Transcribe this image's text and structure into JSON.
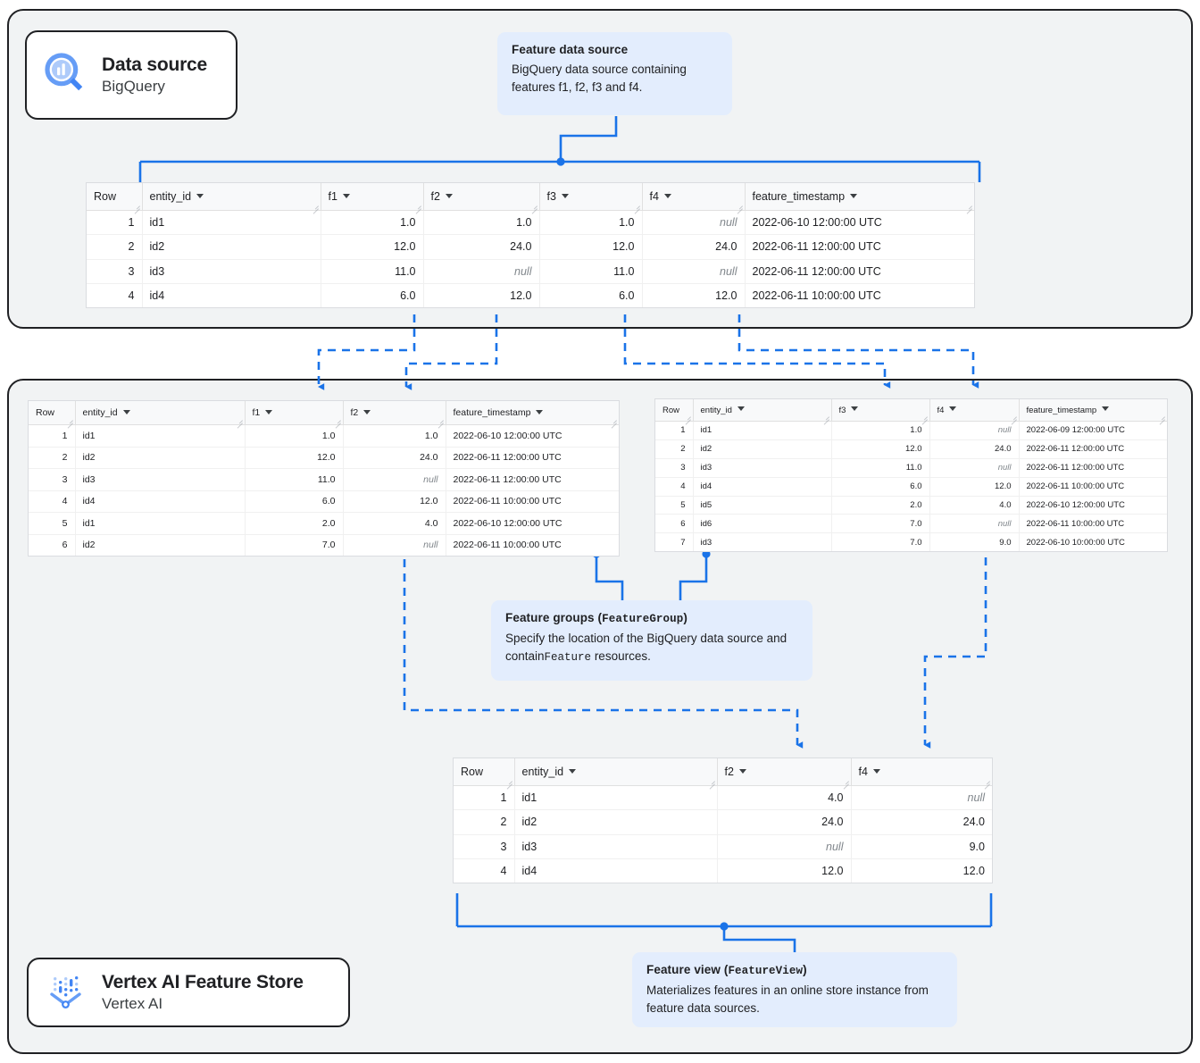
{
  "panels": {
    "data_source": {
      "name": "Data source panel"
    },
    "feature_store": {
      "name": "Vertex AI Feature Store panel"
    }
  },
  "cards": {
    "bigquery": {
      "title": "Data source",
      "subtitle": "BigQuery",
      "icon": "bigquery-icon"
    },
    "vertex": {
      "title": "Vertex AI Feature Store",
      "subtitle": "Vertex AI",
      "icon": "vertex-ai-feature-store-icon"
    }
  },
  "callouts": {
    "feature_data_source": {
      "title": "Feature data source",
      "body": "BigQuery data source containing features f1, f2, f3 and f4."
    },
    "feature_groups": {
      "title_plain": "Feature groups (",
      "title_code": "FeatureGroup",
      "title_close": ")",
      "body_a": "Specify the location of the BigQuery data source and contain",
      "body_code": "Feature",
      "body_b": " resources."
    },
    "feature_view": {
      "title_plain": "Feature view (",
      "title_code": "FeatureView",
      "title_close": ")",
      "body": "Materializes features in an online store instance from feature data sources."
    }
  },
  "colors": {
    "accent": "#1a73e8",
    "panel_bg": "#f1f3f4",
    "callout_bg": "#e3edfd",
    "border": "#202124",
    "null_text": "#80868b"
  },
  "tables": {
    "source": {
      "name": "feature-data-source-table",
      "columns": [
        "Row",
        "entity_id",
        "f1",
        "f2",
        "f3",
        "f4",
        "feature_timestamp"
      ],
      "rows": [
        [
          "1",
          "id1",
          "1.0",
          "1.0",
          "1.0",
          "null",
          "2022-06-10 12:00:00 UTC"
        ],
        [
          "2",
          "id2",
          "12.0",
          "24.0",
          "12.0",
          "24.0",
          "2022-06-11 12:00:00 UTC"
        ],
        [
          "3",
          "id3",
          "11.0",
          "null",
          "11.0",
          "null",
          "2022-06-11 12:00:00 UTC"
        ],
        [
          "4",
          "id4",
          "6.0",
          "12.0",
          "6.0",
          "12.0",
          "2022-06-11 10:00:00 UTC"
        ]
      ]
    },
    "feature_group_1": {
      "name": "feature-group-1-table",
      "columns": [
        "Row",
        "entity_id",
        "f1",
        "f2",
        "feature_timestamp"
      ],
      "rows": [
        [
          "1",
          "id1",
          "1.0",
          "1.0",
          "2022-06-10 12:00:00 UTC"
        ],
        [
          "2",
          "id2",
          "12.0",
          "24.0",
          "2022-06-11 12:00:00 UTC"
        ],
        [
          "3",
          "id3",
          "11.0",
          "null",
          "2022-06-11 12:00:00 UTC"
        ],
        [
          "4",
          "id4",
          "6.0",
          "12.0",
          "2022-06-11 10:00:00 UTC"
        ],
        [
          "5",
          "id1",
          "2.0",
          "4.0",
          "2022-06-10 12:00:00 UTC"
        ],
        [
          "6",
          "id2",
          "7.0",
          "null",
          "2022-06-11 10:00:00 UTC"
        ]
      ]
    },
    "feature_group_2": {
      "name": "feature-group-2-table",
      "columns": [
        "Row",
        "entity_id",
        "f3",
        "f4",
        "feature_timestamp"
      ],
      "rows": [
        [
          "1",
          "id1",
          "1.0",
          "null",
          "2022-06-09 12:00:00 UTC"
        ],
        [
          "2",
          "id2",
          "12.0",
          "24.0",
          "2022-06-11 12:00:00 UTC"
        ],
        [
          "3",
          "id3",
          "11.0",
          "null",
          "2022-06-11 12:00:00 UTC"
        ],
        [
          "4",
          "id4",
          "6.0",
          "12.0",
          "2022-06-11 10:00:00 UTC"
        ],
        [
          "5",
          "id5",
          "2.0",
          "4.0",
          "2022-06-10 12:00:00 UTC"
        ],
        [
          "6",
          "id6",
          "7.0",
          "null",
          "2022-06-11 10:00:00 UTC"
        ],
        [
          "7",
          "id3",
          "7.0",
          "9.0",
          "2022-06-10 10:00:00 UTC"
        ]
      ]
    },
    "feature_view": {
      "name": "feature-view-table",
      "columns": [
        "Row",
        "entity_id",
        "f2",
        "f4"
      ],
      "rows": [
        [
          "1",
          "id1",
          "4.0",
          "null"
        ],
        [
          "2",
          "id2",
          "24.0",
          "24.0"
        ],
        [
          "3",
          "id3",
          "null",
          "9.0"
        ],
        [
          "4",
          "id4",
          "12.0",
          "12.0"
        ]
      ]
    }
  }
}
